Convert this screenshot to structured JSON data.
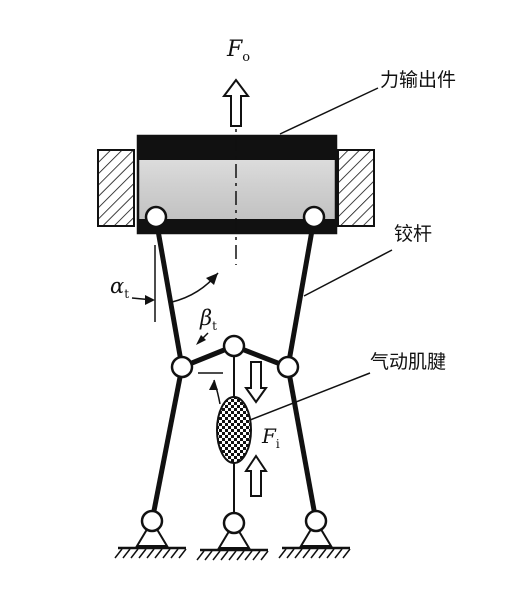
{
  "labels": {
    "output_force_symbol": "F",
    "output_force_sub": "o",
    "output_part": "力输出件",
    "hinge_rod": "铰杆",
    "alpha_symbol": "α",
    "alpha_sub": "t",
    "beta_symbol": "β",
    "beta_sub": "t",
    "muscle": "气动肌腱",
    "input_force_symbol": "F",
    "input_force_sub": "i"
  },
  "colors": {
    "ink": "#111111",
    "paper": "#ffffff",
    "block_fill": "#d9d9d9"
  }
}
